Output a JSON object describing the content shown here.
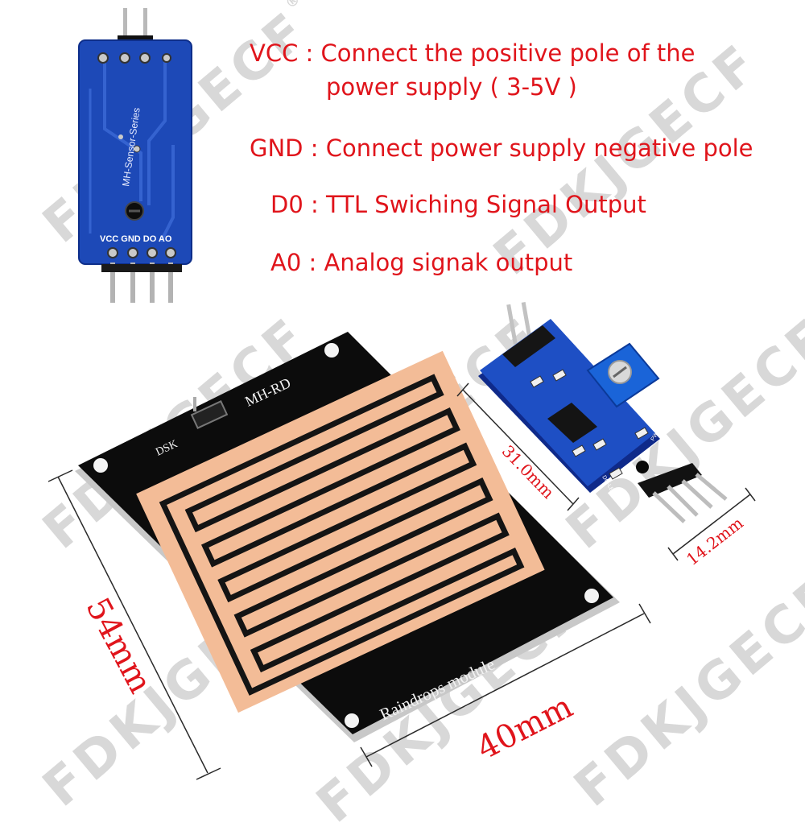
{
  "watermarks": [
    "FDKJGECF",
    "FDKJGECF",
    "FDKJGECF",
    "FDKJGECF",
    "FDKJGECF",
    "FDKJGECF",
    "FDKJGECF",
    "FDKJGECF"
  ],
  "watermark_mark": "®",
  "pin_descriptions": [
    {
      "line1": "VCC  : Connect the positive pole of the",
      "line2": "power supply ( 3-5V )"
    },
    {
      "line1": "GND : Connect power supply negative pole"
    },
    {
      "line1": "D0 : TTL Swiching Signal Output"
    },
    {
      "line1": "A0 : Analog signak output"
    }
  ],
  "small_module": {
    "board_text": "MH-Sensor-Series",
    "pin_labels": "VCC GND DO  AO"
  },
  "rain_board": {
    "brand_text": "MH-RD",
    "mark_text": "DSK",
    "module_text": "Raindrops module"
  },
  "control_board": {
    "pwr_led_label": "PWR-LED",
    "do_led_label": "DO-LED"
  },
  "dimensions": {
    "height": "54mm",
    "width": "40mm",
    "module_length": "31.0mm",
    "module_width": "14.2mm"
  },
  "colors": {
    "label_red": "#e0141b",
    "pcb_blue": "#1d49b7",
    "copper": "#f3bc97",
    "board_black": "#0c0c0c"
  }
}
